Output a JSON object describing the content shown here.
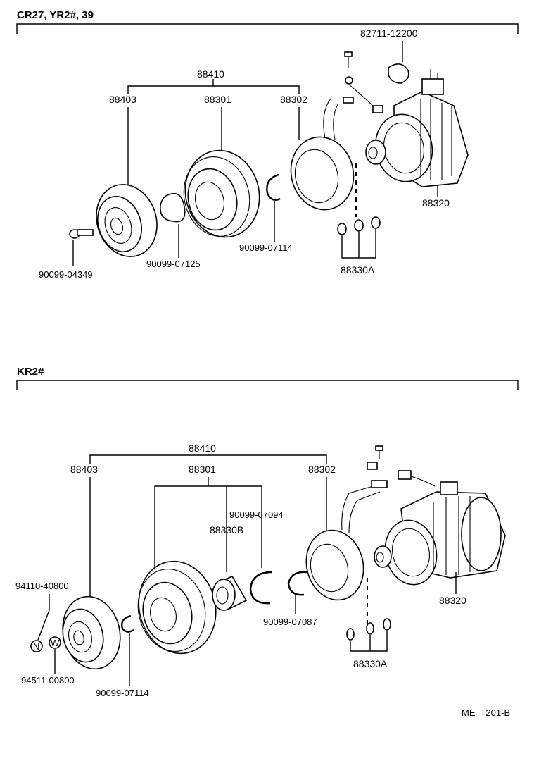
{
  "sections": [
    {
      "title": "CR27, YR2#, 39",
      "labels": {
        "assy": "88410",
        "plate": "88403",
        "pulley": "88301",
        "coil": "88302",
        "compressor": "88320",
        "bracket": "82711-12200",
        "bolt": "90099-04349",
        "shim": "90099-07125",
        "snapring": "90099-07114",
        "shimset": "88330A"
      }
    },
    {
      "title": "KR2#",
      "labels": {
        "assy": "88410",
        "plate": "88403",
        "pulley": "88301",
        "coil": "88302",
        "snapring_a": "90099-07094",
        "bearing": "88330B",
        "compressor": "88320",
        "nut": "94110-40800",
        "washer": "94511-00800",
        "snapring_b": "90099-07114",
        "snapring_c": "90099-07087",
        "shimset": "88330A",
        "nut_glyph": "N",
        "washer_glyph": "W"
      }
    }
  ],
  "footer": {
    "code": "ME  T201-B"
  }
}
